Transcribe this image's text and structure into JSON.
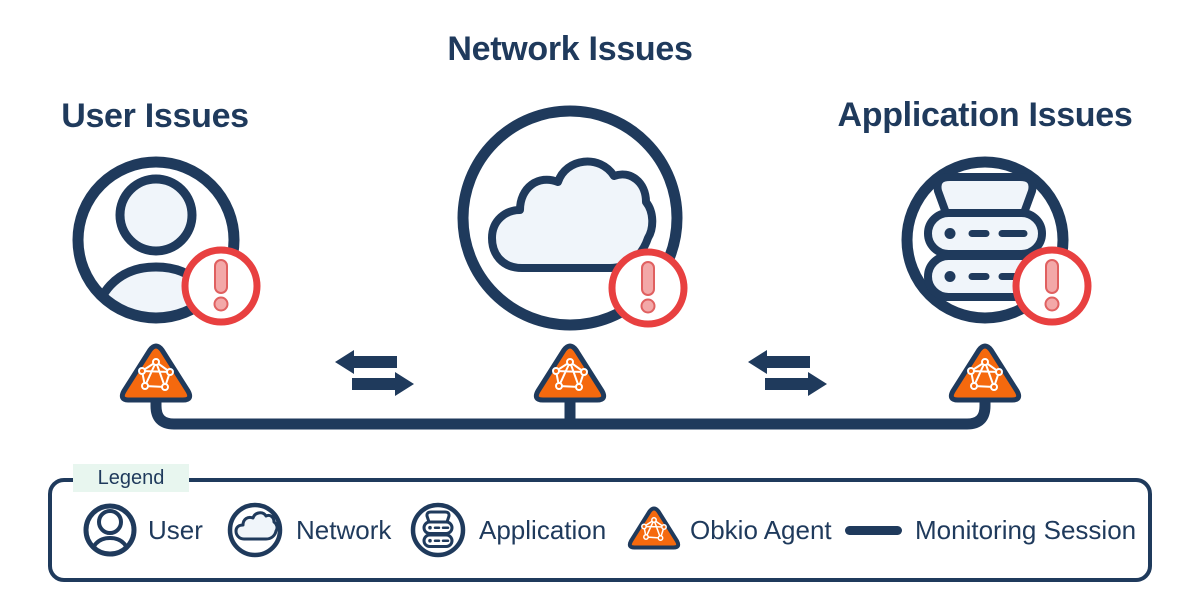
{
  "titles": {
    "user": "User Issues",
    "network": "Network Issues",
    "application": "Application Issues"
  },
  "legend": {
    "label": "Legend",
    "items": [
      {
        "icon": "user-icon",
        "label": "User"
      },
      {
        "icon": "cloud-icon",
        "label": "Network"
      },
      {
        "icon": "server-stack-icon",
        "label": "Application"
      },
      {
        "icon": "warning-triangle-network-icon",
        "label": "Obkio Agent"
      },
      {
        "icon": "thick-line-icon",
        "label": "Monitoring Session"
      }
    ]
  },
  "icons": {
    "alert": "alert-exclamation-icon",
    "exchange": "exchange-arrows-icon"
  },
  "colors": {
    "navy": "#1F3A5C",
    "orange": "#F5690E",
    "alert_red": "#E84040",
    "alert_pink": "#F3A8A8",
    "icon_fill": "#F0F5FA",
    "legend_label_bg": "#E8F6EF",
    "background": "#FFFFFF"
  }
}
